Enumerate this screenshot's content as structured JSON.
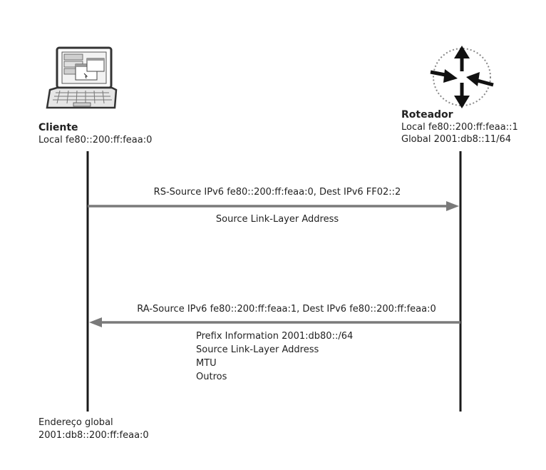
{
  "cliente": {
    "title": "Cliente",
    "local": "Local fe80::200:ff:feaa:0"
  },
  "roteador": {
    "title": "Roteador",
    "local": "Local fe80::200:ff:feaa::1",
    "global": "Global 2001:db8::11/64"
  },
  "rs_message": {
    "header": "RS-Source IPv6 fe80::200:ff:feaa:0, Dest IPv6 FF02::2",
    "options": [
      "Source Link-Layer Address"
    ]
  },
  "ra_message": {
    "header": "RA-Source IPv6 fe80::200:ff:feaa:1, Dest IPv6 fe80::200:ff:feaa:0",
    "options": [
      "Prefix Information 2001:db80::/64",
      "Source Link-Layer Address",
      "MTU",
      "Outros"
    ]
  },
  "result": {
    "label": "Endereço global",
    "address": "2001:db8::200:ff:feaa:0"
  },
  "colors": {
    "lifeline": "#1a1a1a",
    "arrow": "#7a7a7a",
    "text": "#222222"
  },
  "icons": {
    "client": "laptop-icon",
    "router": "router-icon"
  }
}
